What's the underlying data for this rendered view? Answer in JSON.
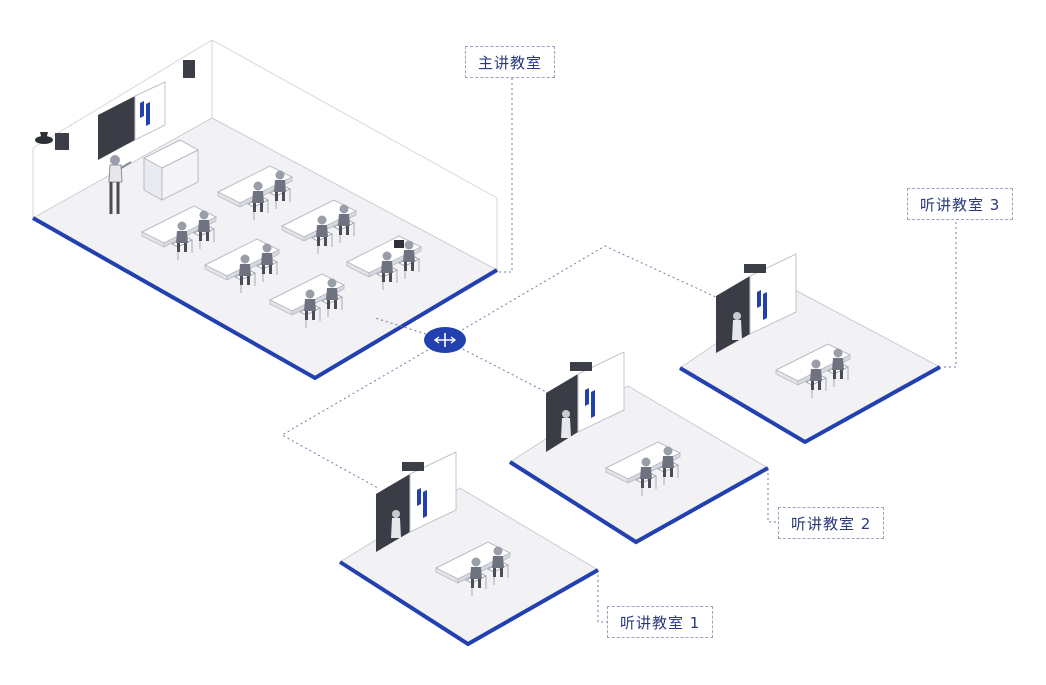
{
  "labels": {
    "main_classroom": "主讲教室",
    "listen_room_1": "听讲教室 1",
    "listen_room_2": "听讲教室 2",
    "listen_room_3": "听讲教室 3"
  },
  "colors": {
    "accent": "#2340b0",
    "floor": "#f2f2f4",
    "line": "#c9ccd6",
    "dashed": "#6f7aa6",
    "screen": "#3a3d45",
    "figure": "#8a8e98"
  },
  "icons": {
    "hub": "network-hub-icon"
  }
}
